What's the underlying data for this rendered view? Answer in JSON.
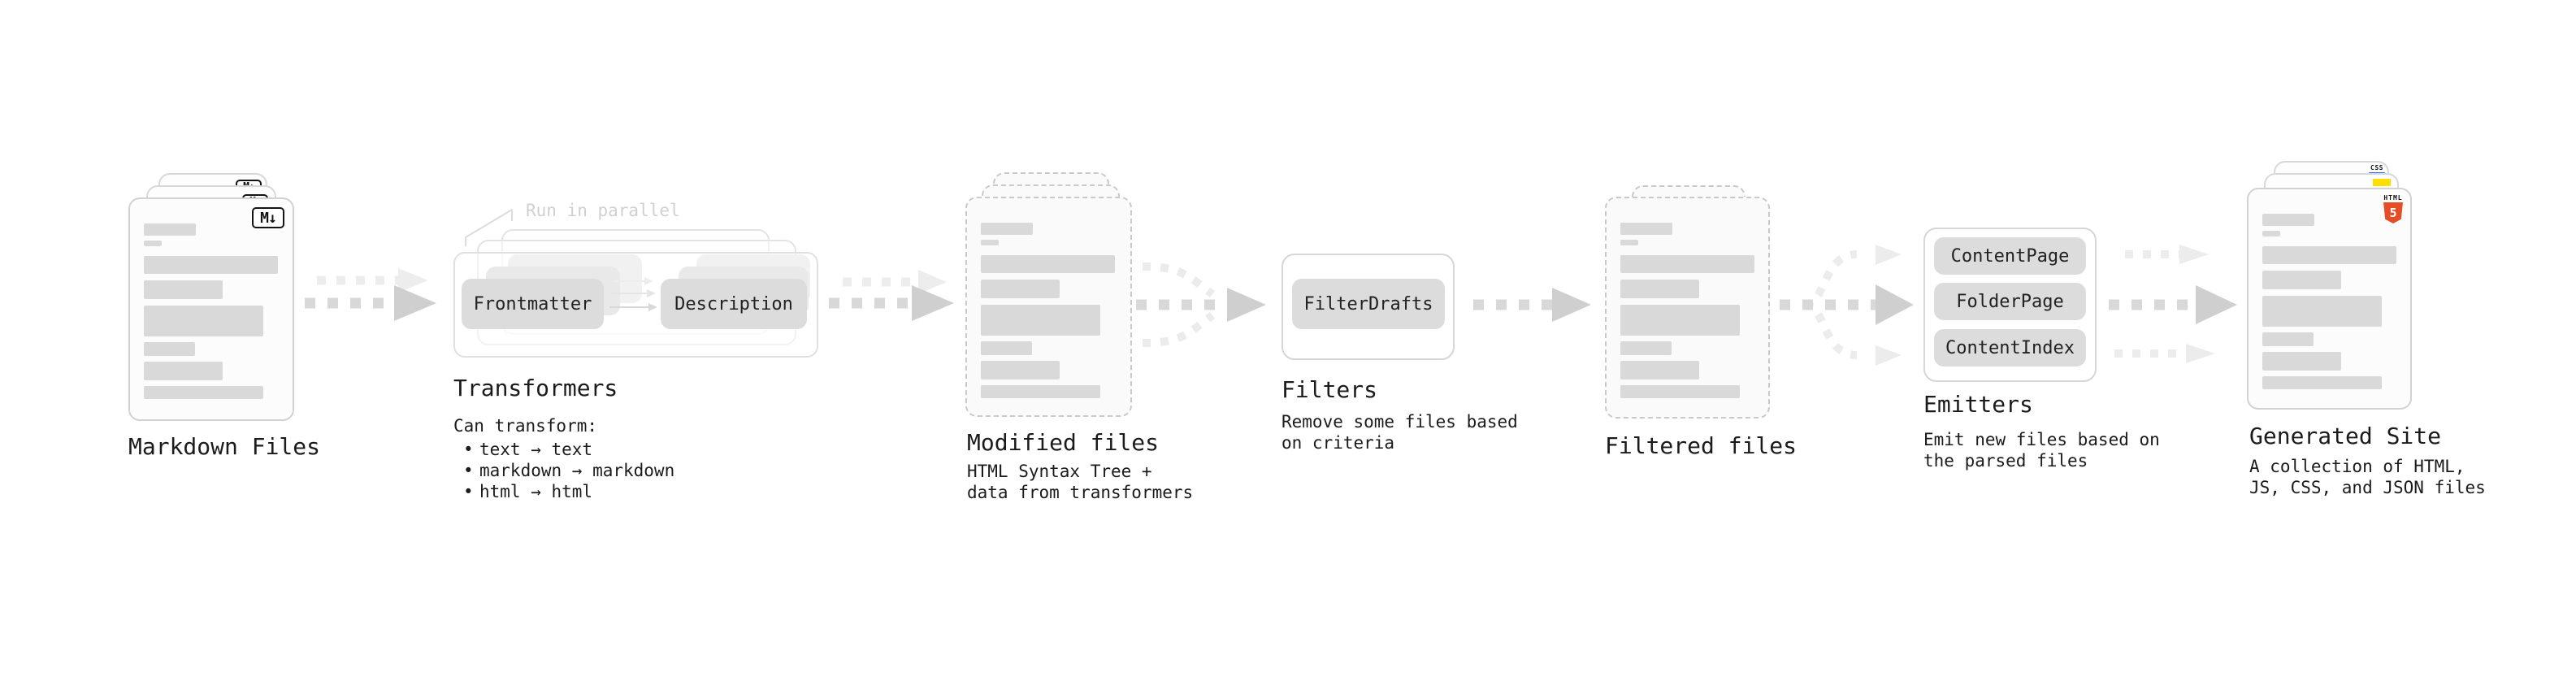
{
  "nodes": {
    "markdown_files": {
      "label": "Markdown Files",
      "icon": "M↓"
    },
    "transformers": {
      "label": "Transformers",
      "callout": "Run in parallel",
      "chip_left": "Frontmatter",
      "chip_right": "Description",
      "desc_title": "Can transform:",
      "bullets": [
        "text → text",
        "markdown → markdown",
        "html → html"
      ]
    },
    "modified_files": {
      "label": "Modified files",
      "subtitle_line1": "HTML Syntax Tree +",
      "subtitle_line2": "data from transformers"
    },
    "filters": {
      "label": "Filters",
      "chip": "FilterDrafts",
      "subtitle_line1": "Remove some files based",
      "subtitle_line2": "on criteria"
    },
    "filtered_files": {
      "label": "Filtered files"
    },
    "emitters": {
      "label": "Emitters",
      "chips": [
        "ContentPage",
        "FolderPage",
        "ContentIndex"
      ],
      "subtitle_line1": "Emit new files based on",
      "subtitle_line2": "the parsed files"
    },
    "generated_site": {
      "label": "Generated Site",
      "subtitle_line1": "A collection of HTML,",
      "subtitle_line2": "JS, CSS, and JSON files",
      "css_icon_label": "CSS",
      "html_icon_label": "HTML",
      "html_icon_number": "5"
    }
  },
  "colors": {
    "placeholder_bar": "#d9d9d9",
    "chip_bg": "#dcdcdc",
    "arrow_dark": "#d5d5d5",
    "arrow_light": "#ececec",
    "js_yellow": "#ffdf00",
    "css_blue": "#2965f1",
    "html_orange": "#e44d26",
    "text": "#1b1b1b",
    "muted_text": "#d0d0d0"
  }
}
